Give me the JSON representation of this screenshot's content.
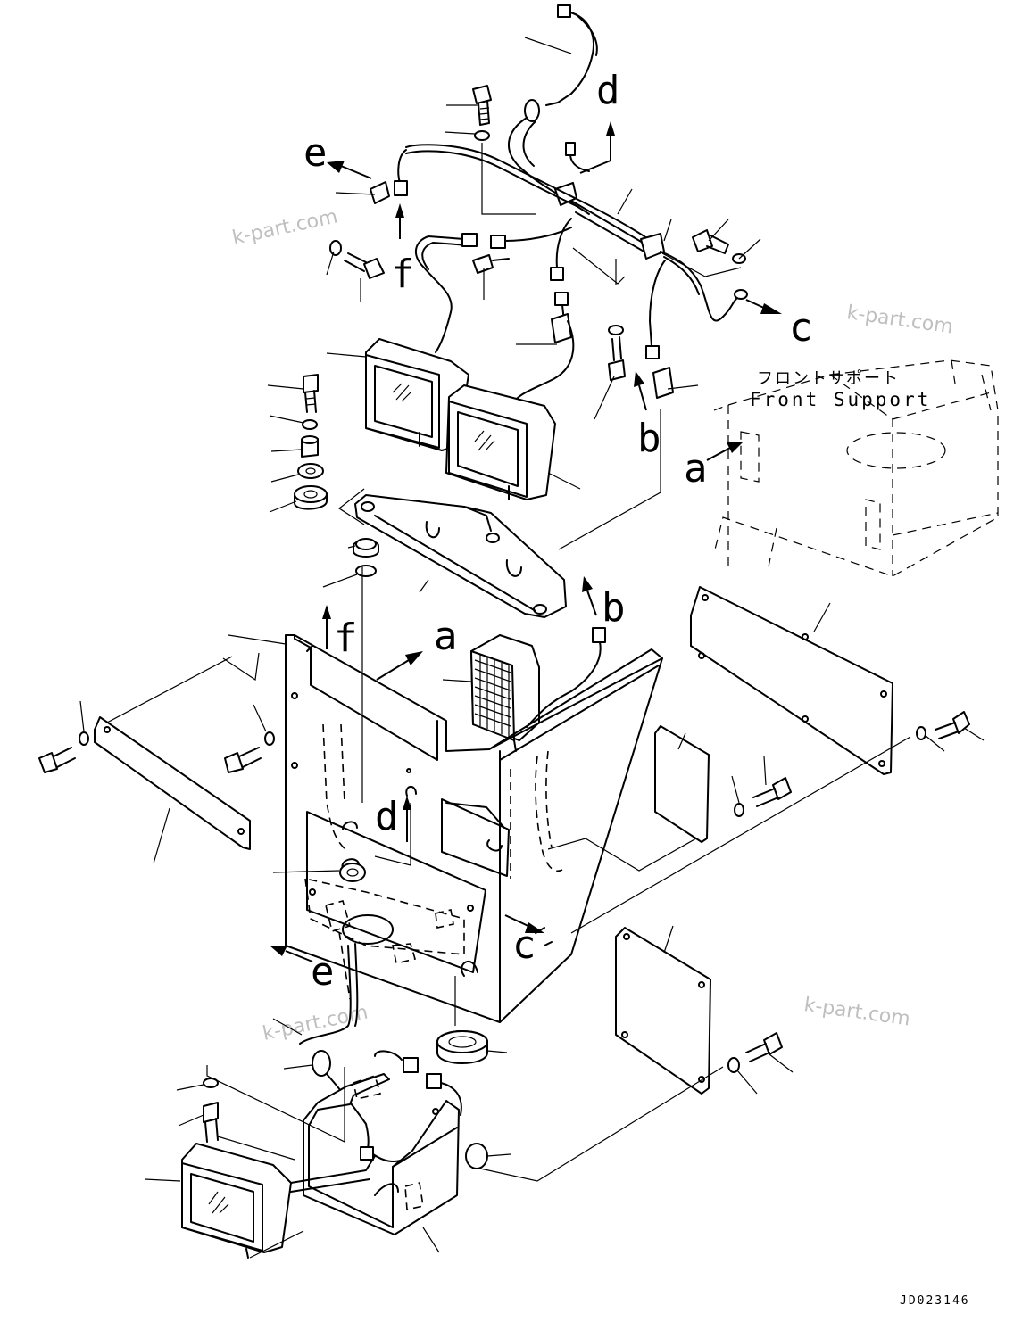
{
  "drawing": {
    "code": "JD023146",
    "watermark": "k-part.com",
    "front_support": {
      "jp": "フロントサポート",
      "en": "Front Support"
    },
    "callouts": {
      "a": "a",
      "b": "b",
      "c": "c",
      "d": "d",
      "e": "e",
      "f": "f"
    }
  }
}
